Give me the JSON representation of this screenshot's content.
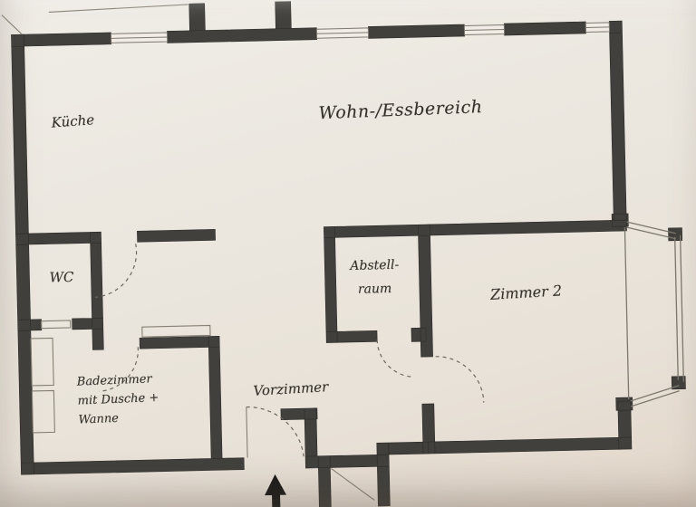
{
  "plan": {
    "rooms": {
      "kueche": {
        "label": "Küche"
      },
      "wohn_essbereich": {
        "label": "Wohn-/Essbereich"
      },
      "wc": {
        "label": "WC"
      },
      "abstellraum": {
        "line1": "Abstell-",
        "line2": "raum"
      },
      "zimmer2": {
        "label": "Zimmer 2"
      },
      "badezimmer": {
        "line1": "Badezimmer",
        "line2": "mit Dusche +",
        "line3": "Wanne"
      },
      "vorzimmer": {
        "label": "Vorzimmer"
      }
    },
    "icons": {
      "entrance_arrow": "▲"
    },
    "colors": {
      "paper": "#eae6de",
      "wall": "#41403c",
      "pencil": "#857f73",
      "text": "#33302a",
      "arrow": "#1c1b19"
    }
  }
}
